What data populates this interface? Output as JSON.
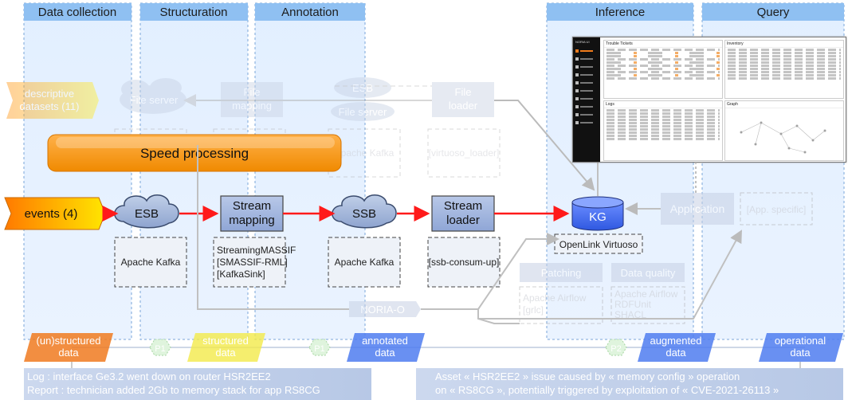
{
  "lanes": [
    "Data collection",
    "Structuration",
    "Annotation",
    "Inference",
    "Query"
  ],
  "sources": {
    "descriptive": "descriptive\ndatasets (11)",
    "events": "events (4)"
  },
  "batch": {
    "file_server_left": "File server",
    "file_mapping": "File\nmapping",
    "esb": "ESB",
    "file_server_right": "File server",
    "file_loader": "File\nloader",
    "apache_kafka": "Apache Kafka",
    "virtuoso_loader": "[virtuoso_loader]"
  },
  "speed_processing": "Speed processing",
  "stream": {
    "esb": "ESB",
    "stream_mapping": "Stream\nmapping",
    "ssb": "SSB",
    "stream_loader": "Stream\nloader",
    "kg": "KG"
  },
  "tools": {
    "apache_kafka_1": "Apache Kafka",
    "streaming_massif": "StreamingMASSIF\n[SMASSIF-RML]\n[KafkaSink]",
    "apache_kafka_2": "Apache Kafka",
    "ssb_consum": "[ssb-consum-up]",
    "openlink": "OpenLink Virtuoso"
  },
  "inference": {
    "patching": "Patching",
    "patching_tool": "Apache Airflow\n[grlc]",
    "data_quality": "Data quality",
    "data_quality_tool": "Apache Airflow\nRDFUnit\nSHACL",
    "noria_o": "NORIA-O"
  },
  "query": {
    "application": "Application",
    "app_specific": "[App. specific]"
  },
  "dashboard": {
    "brand": "NORIA UI",
    "panels": [
      "Trouble Tickets",
      "Inventory",
      "Logs",
      "Graph"
    ]
  },
  "pipeline": {
    "stages": [
      "(un)structured\ndata",
      "structured\ndata",
      "annotated\ndata",
      "augmented\ndata",
      "operational\ndata"
    ],
    "hex": [
      "P1",
      "P1",
      "P2"
    ]
  },
  "footer": {
    "left_line1": "Log : interface Ge3.2 went down on router HSR2EE2",
    "left_line2": "Report : technician added 2Gb to memory stack for app RS8CG",
    "right_line1": "Asset « HSR2EE2 » issue caused by « memory config » operation",
    "right_line2": "on « RS8CG », potentially triggered by exploitation of « CVE-2021-26113 »"
  }
}
